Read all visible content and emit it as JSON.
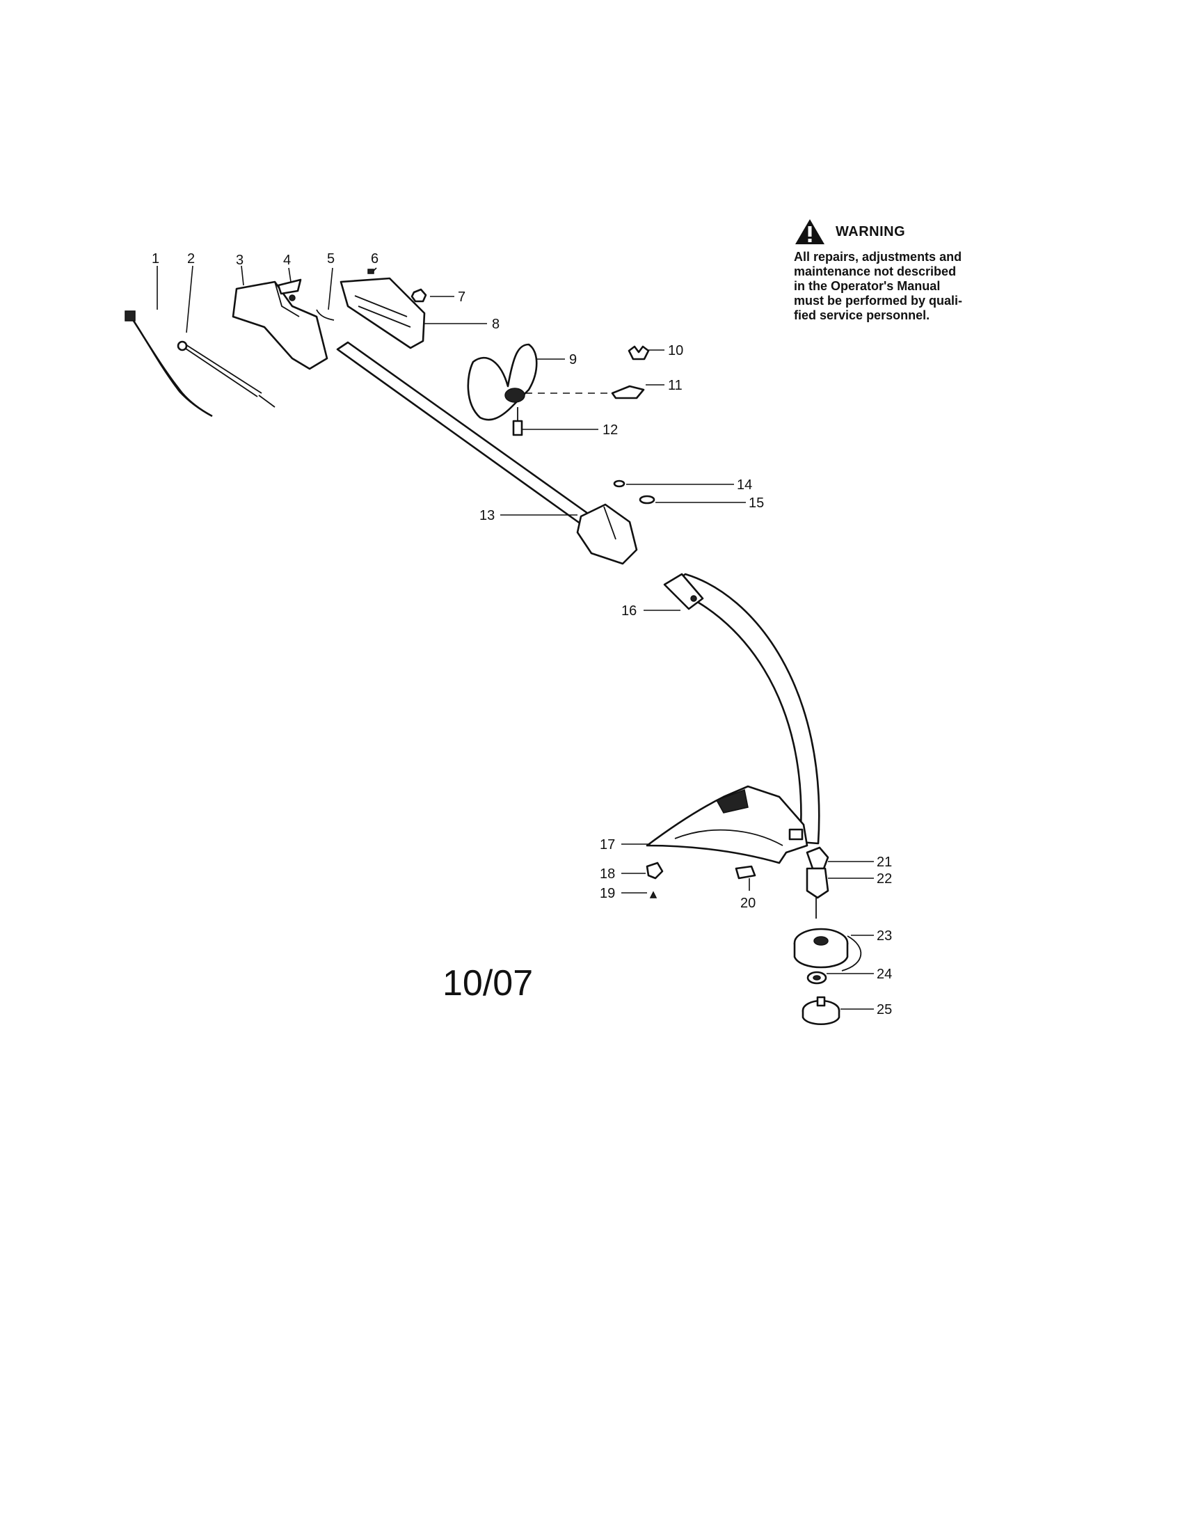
{
  "warning": {
    "title": "WARNING",
    "lines": [
      "All repairs, adjustments and",
      "maintenance not described",
      "in the Operator's Manual",
      "must be performed by quali-",
      "fied service personnel."
    ],
    "icon": "warning-triangle-icon"
  },
  "date_label": "10/07",
  "callouts": [
    "1",
    "2",
    "3",
    "4",
    "5",
    "6",
    "7",
    "8",
    "9",
    "10",
    "11",
    "12",
    "13",
    "14",
    "15",
    "16",
    "17",
    "18",
    "19",
    "20",
    "21",
    "22",
    "23",
    "24",
    "25"
  ]
}
